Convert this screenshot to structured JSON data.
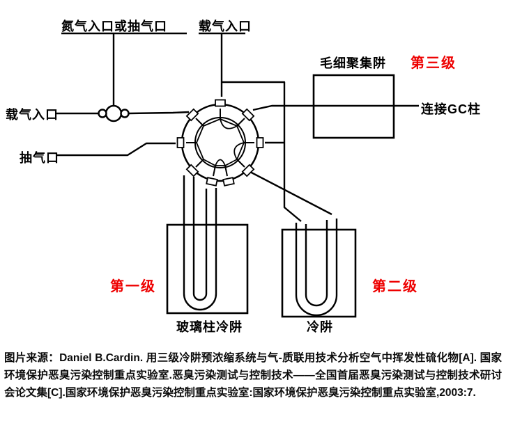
{
  "diagram": {
    "labels": {
      "nitrogen_inlet": "氮气入口或抽气口",
      "carrier_inlet_top": "载气入口",
      "carrier_inlet_left": "载气入口",
      "pump_port": "抽气口",
      "capillary_trap": "毛细聚集阱",
      "stage_3": "第三级",
      "gc_column": "连接GC柱",
      "stage_1": "第一级",
      "stage_2": "第二级",
      "glass_column_trap": "玻璃柱冷阱",
      "cold_trap": "冷阱"
    },
    "colors": {
      "stage_red": "#ee0000",
      "line_black": "#000000"
    }
  },
  "caption": {
    "text": "图片来源：Daniel B.Cardin. 用三级冷阱预浓缩系统与气-质联用技术分析空气中挥发性硫化物[A]. 国家环境保护恶臭污染控制重点实验室.恶臭污染测试与控制技术——全国首届恶臭污染测试与控制技术研讨会论文集[C].国家环境保护恶臭污染控制重点实验室:国家环境保护恶臭污染控制重点实验室,2003:7."
  }
}
